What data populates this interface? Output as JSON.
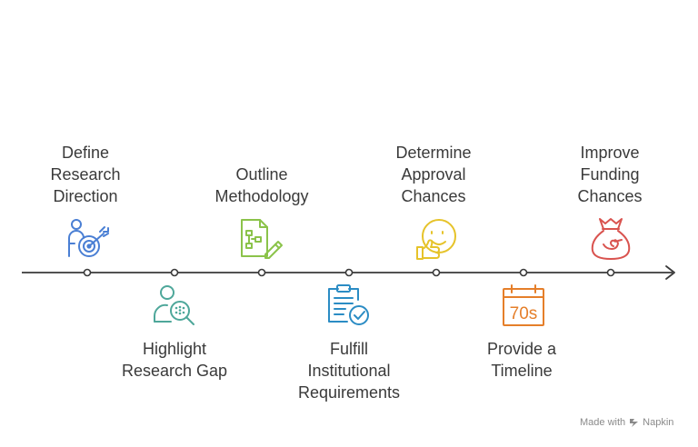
{
  "steps": [
    {
      "id": "define",
      "lines": [
        "Define",
        "Research",
        "Direction"
      ],
      "color": "#4a7fd4",
      "icon": "target-person-icon",
      "position": "above"
    },
    {
      "id": "highlight",
      "lines": [
        "Highlight",
        "Research Gap"
      ],
      "color": "#4ea79a",
      "icon": "search-person-icon",
      "position": "below"
    },
    {
      "id": "outline",
      "lines": [
        "Outline",
        "Methodology"
      ],
      "color": "#8bc34a",
      "icon": "flowchart-document-icon",
      "position": "above"
    },
    {
      "id": "fulfill",
      "lines": [
        "Fulfill",
        "Institutional",
        "Requirements"
      ],
      "color": "#2b8cc4",
      "icon": "clipboard-check-icon",
      "position": "below"
    },
    {
      "id": "determine",
      "lines": [
        "Determine",
        "Approval",
        "Chances"
      ],
      "color": "#e6c32a",
      "icon": "thumbs-up-smiley-icon",
      "position": "above"
    },
    {
      "id": "provide",
      "lines": [
        "Provide a",
        "Timeline"
      ],
      "color": "#e57f2a",
      "icon": "calendar-70s-icon",
      "position": "below",
      "icon_text": "70s"
    },
    {
      "id": "improve",
      "lines": [
        "Improve",
        "Funding",
        "Chances"
      ],
      "color": "#d9534f",
      "icon": "money-bag-icon",
      "position": "above"
    }
  ],
  "footer": {
    "text": "Made with",
    "brand": "Napkin"
  },
  "colors": {
    "timeline": "#3a3a3a",
    "text": "#3a3a3a",
    "footer": "#8a8a8a"
  }
}
